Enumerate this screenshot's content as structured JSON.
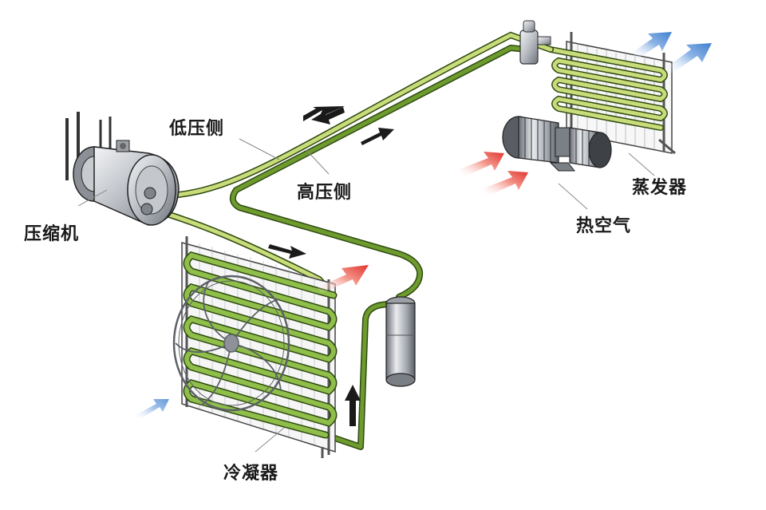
{
  "labels": {
    "low_pressure_side": "低压侧",
    "high_pressure_side": "高压侧",
    "compressor": "压缩机",
    "evaporator": "蒸发器",
    "hot_air": "热空气",
    "condenser": "冷凝器"
  },
  "colors": {
    "low_pressure_line": "#c9dc7a",
    "high_pressure_line": "#6e9b2e",
    "line_outline": "#2f4a12",
    "hot_air": "#e0332b",
    "cool_air": "#3f7fd0",
    "metal": "#b8bcc2"
  },
  "flow_indicators": {
    "low_pressure_direction": "toward-compressor",
    "high_pressure_direction": "away-from-compressor"
  }
}
